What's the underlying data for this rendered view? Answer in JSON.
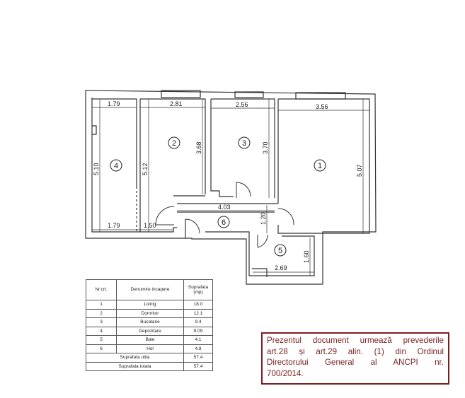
{
  "floor_plan": {
    "rooms": [
      {
        "number": "1",
        "width_label": "3.56",
        "height_label": "5.07"
      },
      {
        "number": "2",
        "width_label": "2.81",
        "height_label": "3.68"
      },
      {
        "number": "3",
        "width_label": "2.56",
        "height_label": "3.70"
      },
      {
        "number": "4",
        "width_label": "1.79",
        "height_label": "5.10",
        "bottom_width_label": "1.79"
      },
      {
        "number": "5",
        "width_label": "2.69",
        "height_label": "1.60"
      },
      {
        "number": "6",
        "width_label": "4.03",
        "height_label": "1.20"
      }
    ],
    "extra_dims": {
      "room2_side": "5.12",
      "bottom_left": "1.50"
    }
  },
  "areas_table": {
    "headers": {
      "nr": "Nr.crt.",
      "name": "Denumire incapere",
      "area": "Suprafata (mp)"
    },
    "rows": [
      {
        "nr": "1",
        "name": "Living",
        "area": "18.0"
      },
      {
        "nr": "2",
        "name": "Dormitor",
        "area": "12.1"
      },
      {
        "nr": "3",
        "name": "Bucatarie",
        "area": "9.4"
      },
      {
        "nr": "4",
        "name": "Depozitare",
        "area": "9.09"
      },
      {
        "nr": "5",
        "name": "Baie",
        "area": "4.1"
      },
      {
        "nr": "6",
        "name": "Hol",
        "area": "4.8"
      }
    ],
    "totals": [
      {
        "label": "Suprafata utila",
        "value": "57.4"
      },
      {
        "label": "Suprafata totala",
        "value": "57.4"
      }
    ]
  },
  "stamp": {
    "lines": [
      "Prezentul document urmează prevederile",
      "art.28  și art.29 alin. (1) din Ordinul",
      "Directorului General al ANCPI nr.",
      "700/2014."
    ],
    "color": "#7a1f1f"
  }
}
